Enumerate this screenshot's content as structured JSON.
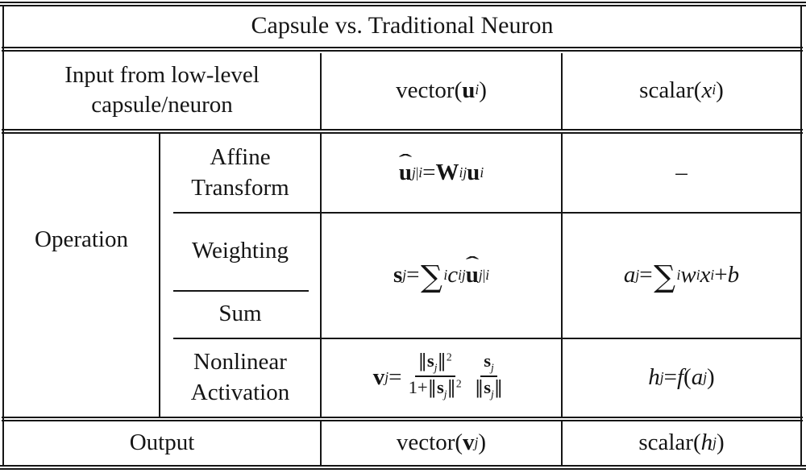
{
  "colors": {
    "text": "#151515",
    "rule": "#151515",
    "background": "#ffffff"
  },
  "header": {
    "title": "Capsule vs. Traditional Neuron"
  },
  "columns": {
    "capsule_example": "vector",
    "neuron_example": "scalar"
  },
  "input_row": {
    "label": "Input from low-level\ncapsule/neuron",
    "capsule": [
      "vector(",
      {
        "bf": "u"
      },
      {
        "sub": [
          {
            "it": "i"
          }
        ]
      },
      ")"
    ],
    "neuron": [
      "scalar(",
      {
        "it": "x"
      },
      {
        "sub": [
          {
            "it": "i"
          }
        ]
      },
      ")"
    ]
  },
  "operation": {
    "label": "Operation",
    "affine": {
      "label": "Affine\nTransform",
      "capsule": [
        {
          "bf": "u",
          "hat": true
        },
        {
          "sub": [
            {
              "it": "j"
            },
            "|",
            {
              "it": "i"
            }
          ]
        },
        " = ",
        {
          "bf": "W"
        },
        {
          "sub": [
            {
              "it": "ij"
            }
          ]
        },
        {
          "bf": "u"
        },
        {
          "sub": [
            {
              "it": "i"
            }
          ]
        }
      ],
      "neuron": [
        "–"
      ]
    },
    "weighting": {
      "label": "Weighting",
      "capsule": [
        {
          "bf": "s"
        },
        {
          "sub": [
            {
              "it": "j"
            }
          ]
        },
        " = ",
        {
          "sum": true
        },
        {
          "sub": [
            {
              "it": "i"
            }
          ]
        },
        " ",
        {
          "it": "c"
        },
        {
          "sub": [
            {
              "it": "ij"
            }
          ]
        },
        {
          "bf": "u",
          "hat": true
        },
        {
          "sub": [
            {
              "it": "j"
            },
            "|",
            {
              "it": "i"
            }
          ]
        }
      ],
      "neuron": [
        {
          "it": "a"
        },
        {
          "sub": [
            {
              "it": "j"
            }
          ]
        },
        " = ",
        {
          "sum": true
        },
        {
          "sub": [
            {
              "it": "i"
            }
          ]
        },
        " ",
        {
          "it": "w"
        },
        {
          "sub": [
            {
              "it": "i"
            }
          ]
        },
        {
          "it": "x"
        },
        {
          "sub": [
            {
              "it": "i"
            }
          ]
        },
        " + ",
        {
          "it": "b"
        }
      ]
    },
    "sum": {
      "label": "Sum"
    },
    "nonlinear": {
      "label": "Nonlinear\nActivation",
      "capsule": [
        {
          "bf": "v"
        },
        {
          "sub": [
            {
              "it": "j"
            }
          ]
        },
        " = ",
        {
          "frac": [
            [
              {
                "bars": "‖"
              },
              {
                "bf": "s"
              },
              {
                "sub": [
                  {
                    "it": "j"
                  }
                ]
              },
              {
                "bars": "‖"
              },
              {
                "sup": [
                  "2"
                ]
              }
            ],
            [
              "1+",
              {
                "bars": "‖"
              },
              {
                "bf": "s"
              },
              {
                "sub": [
                  {
                    "it": "j"
                  }
                ]
              },
              {
                "bars": "‖"
              },
              {
                "sup": [
                  "2"
                ]
              }
            ]
          ]
        },
        {
          "frac": [
            [
              {
                "bf": "s"
              },
              {
                "sub": [
                  {
                    "it": "j"
                  }
                ]
              }
            ],
            [
              {
                "bars": "‖"
              },
              {
                "bf": "s"
              },
              {
                "sub": [
                  {
                    "it": "j"
                  }
                ]
              },
              {
                "bars": "‖"
              }
            ]
          ]
        }
      ],
      "neuron": [
        {
          "it": "h"
        },
        {
          "sub": [
            {
              "it": "j"
            }
          ]
        },
        " = ",
        {
          "it": "f"
        },
        "(",
        {
          "it": "a"
        },
        {
          "sub": [
            {
              "it": "j"
            }
          ]
        },
        ")"
      ]
    },
    "output_row": {
      "label": "Output",
      "capsule": [
        "vector(",
        {
          "bf": "v"
        },
        {
          "sub": [
            {
              "it": "j"
            }
          ]
        },
        ")"
      ],
      "neuron": [
        "scalar(",
        {
          "it": "h"
        },
        {
          "sub": [
            {
              "it": "j"
            }
          ]
        },
        ")"
      ]
    }
  }
}
